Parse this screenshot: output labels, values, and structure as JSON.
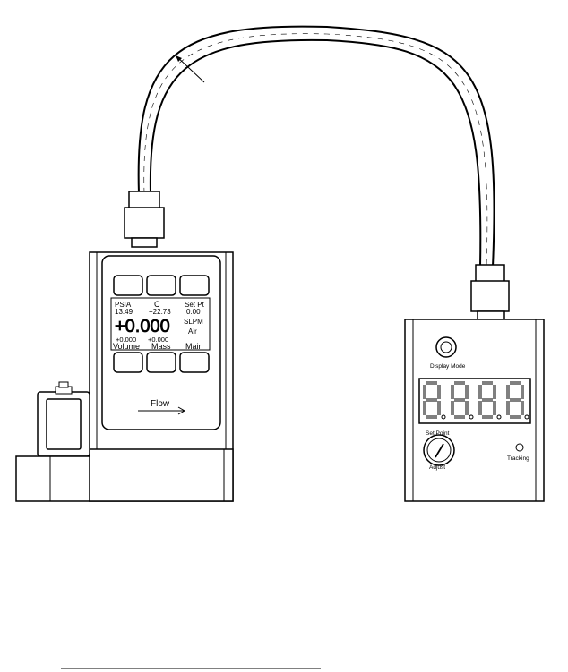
{
  "meter_display": {
    "pressure_label": "PSIA",
    "pressure_value": "13.49",
    "temp_label": "C",
    "temp_value": "+22.73",
    "setpt_label": "Set Pt",
    "setpt_value": "0.00",
    "main_reading": "+0.000",
    "units": "SLPM",
    "gas": "Air",
    "volume_value": "+0.000",
    "mass_value": "+0.000",
    "softkey_left": "Volume",
    "softkey_mid": "Mass",
    "softkey_right": "Main"
  },
  "meter_body": {
    "flow_label": "Flow"
  },
  "controller": {
    "display_mode_label": "Display Mode",
    "digits": [
      "8.",
      "8.",
      "8.",
      "8."
    ],
    "knob_label_top": "Set Point",
    "knob_label_bottom": "Adjust",
    "tracking_label": "Tracking"
  }
}
